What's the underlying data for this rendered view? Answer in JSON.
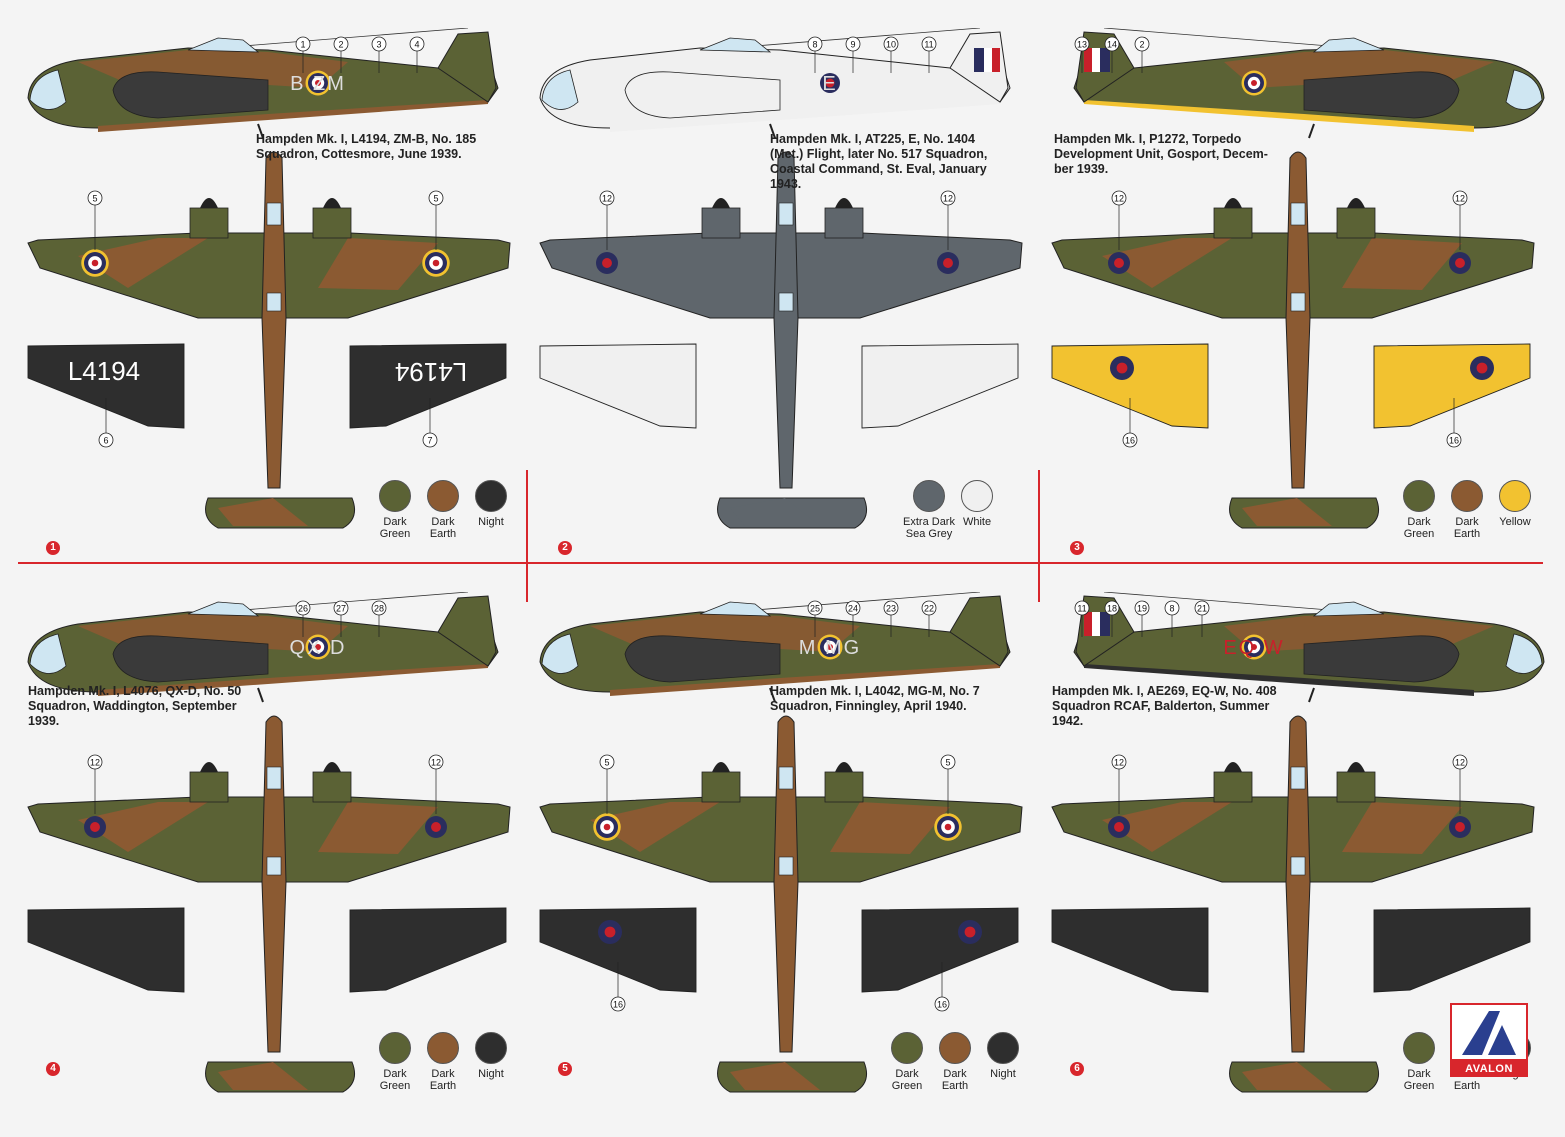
{
  "colors": {
    "dark_green": "#5b6235",
    "dark_earth": "#8b5a32",
    "night": "#2e2e2e",
    "extra_dark_sea_grey": "#5f666c",
    "white": "#f0f0f0",
    "yellow": "#f2c230",
    "accent_red": "#d8262c",
    "roundel_blue": "#2a2d5e",
    "roundel_red": "#c8202a"
  },
  "panels": [
    {
      "number": "1",
      "caption": "Hampden Mk. I, L4194, ZM-B, No. 185\nSquadron, Cottesmore, June 1939.",
      "side_callouts": [
        "1",
        "2",
        "3",
        "4"
      ],
      "plan_callouts": [
        "5",
        "5",
        "6",
        "7"
      ],
      "side_code": "B  ZM",
      "serial": "L4194",
      "swatches": [
        {
          "label": "Dark\nGreen",
          "color_key": "dark_green"
        },
        {
          "label": "Dark\nEarth",
          "color_key": "dark_earth"
        },
        {
          "label": "Night",
          "color_key": "night"
        }
      ]
    },
    {
      "number": "2",
      "caption": "Hampden Mk. I, AT225, E, No. 1404\n(Met.) Flight, later No. 517 Squadron,\nCoastal Command, St. Eval, January\n1943.",
      "side_callouts": [
        "8",
        "9",
        "10",
        "11"
      ],
      "plan_callouts": [
        "12",
        "12"
      ],
      "side_code": "E",
      "serial": "AT225",
      "swatches": [
        {
          "label": "Extra Dark\nSea Grey",
          "color_key": "extra_dark_sea_grey"
        },
        {
          "label": "White",
          "color_key": "white"
        }
      ]
    },
    {
      "number": "3",
      "caption": "Hampden Mk. I, P1272, Torpedo\nDevelopment Unit, Gosport, Decem-\nber 1939.",
      "side_callouts": [
        "13",
        "14",
        "2"
      ],
      "plan_callouts": [
        "12",
        "12",
        "16",
        "16"
      ],
      "side_code": "",
      "serial": "P1272",
      "swatches": [
        {
          "label": "Dark\nGreen",
          "color_key": "dark_green"
        },
        {
          "label": "Dark\nEarth",
          "color_key": "dark_earth"
        },
        {
          "label": "Yellow",
          "color_key": "yellow"
        }
      ]
    },
    {
      "number": "4",
      "caption": "Hampden Mk. I, L4076, QX-D, No. 50\nSquadron, Waddington, September\n1939.",
      "side_callouts": [
        "26",
        "27",
        "28"
      ],
      "plan_callouts": [
        "12",
        "12"
      ],
      "side_code": "QX  D",
      "serial": "L4076",
      "swatches": [
        {
          "label": "Dark\nGreen",
          "color_key": "dark_green"
        },
        {
          "label": "Dark\nEarth",
          "color_key": "dark_earth"
        },
        {
          "label": "Night",
          "color_key": "night"
        }
      ]
    },
    {
      "number": "5",
      "caption": "Hampden Mk. I, L4042, MG-M, No. 7\nSquadron, Finningley, April 1940.",
      "side_callouts": [
        "25",
        "24",
        "23",
        "22"
      ],
      "plan_callouts": [
        "5",
        "5",
        "16",
        "16"
      ],
      "side_code": "M  MG",
      "serial": "L4042",
      "swatches": [
        {
          "label": "Dark\nGreen",
          "color_key": "dark_green"
        },
        {
          "label": "Dark\nEarth",
          "color_key": "dark_earth"
        },
        {
          "label": "Night",
          "color_key": "night"
        }
      ]
    },
    {
      "number": "6",
      "caption": "Hampden Mk. I, AE269, EQ-W, No. 408\nSquadron RCAF, Balderton, Summer\n1942.",
      "side_callouts": [
        "11",
        "18",
        "19",
        "8",
        "21"
      ],
      "plan_callouts": [
        "12",
        "12"
      ],
      "side_code": "EQ  W",
      "serial": "AE269",
      "swatches": [
        {
          "label": "Dark\nGreen",
          "color_key": "dark_green"
        },
        {
          "label": "Dark\nEarth",
          "color_key": "dark_earth"
        },
        {
          "label": "Night",
          "color_key": "night"
        }
      ]
    }
  ],
  "logo": {
    "text": "AVALON"
  }
}
